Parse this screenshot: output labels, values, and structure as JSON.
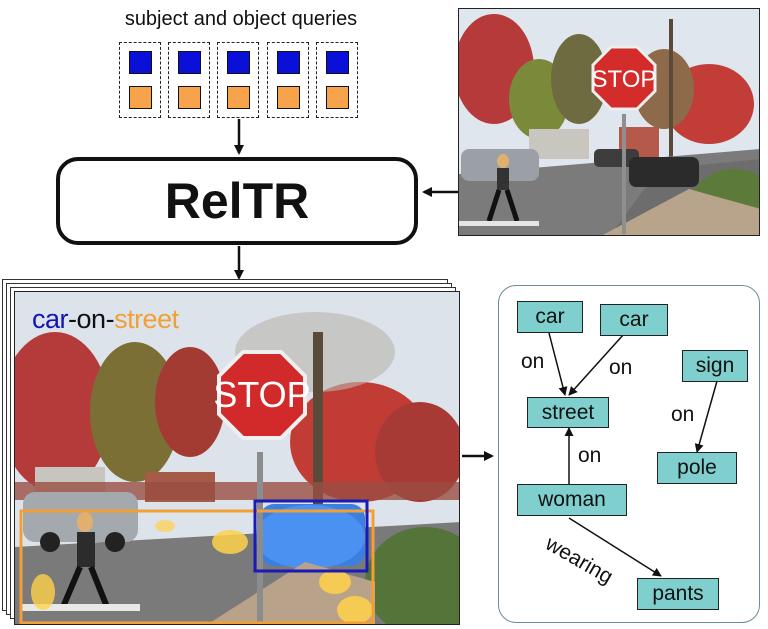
{
  "queries": {
    "title": "subject and object queries",
    "groups": 5
  },
  "model": {
    "label": "RelTR"
  },
  "photo": {
    "sign_text": "STOP"
  },
  "detection": {
    "caption_subject": "car",
    "caption_sep1": "-",
    "caption_predicate": "on",
    "caption_sep2": "-",
    "caption_object": "street"
  },
  "scene_graph": {
    "nodes": {
      "car1": "car",
      "car2": "car",
      "street": "street",
      "sign": "sign",
      "pole": "pole",
      "woman": "woman",
      "pants": "pants"
    },
    "edges": {
      "car1_street": "on",
      "car2_street": "on",
      "sign_pole": "on",
      "woman_street": "on",
      "woman_pants": "wearing"
    }
  },
  "colors": {
    "subject_query": "#0a10d8",
    "object_query": "#f7a34b",
    "node_fill": "#7fcfce",
    "subject_box": "#1a1ab8",
    "object_box": "#f2a036"
  }
}
